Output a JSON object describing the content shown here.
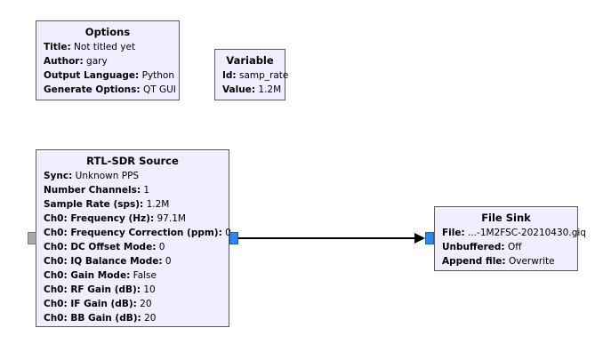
{
  "blocks": {
    "options": {
      "title": "Options",
      "params": [
        {
          "key": "Title:",
          "value": "Not titled yet"
        },
        {
          "key": "Author:",
          "value": "gary"
        },
        {
          "key": "Output Language:",
          "value": "Python"
        },
        {
          "key": "Generate Options:",
          "value": "QT GUI"
        }
      ]
    },
    "variable": {
      "title": "Variable",
      "params": [
        {
          "key": "Id:",
          "value": "samp_rate"
        },
        {
          "key": "Value:",
          "value": "1.2M"
        }
      ]
    },
    "rtl_sdr_source": {
      "title": "RTL-SDR Source",
      "params": [
        {
          "key": "Sync:",
          "value": "Unknown PPS"
        },
        {
          "key": "Number Channels:",
          "value": "1"
        },
        {
          "key": "Sample Rate (sps):",
          "value": "1.2M"
        },
        {
          "key": "Ch0: Frequency (Hz):",
          "value": "97.1M"
        },
        {
          "key": "Ch0: Frequency Correction (ppm):",
          "value": "0"
        },
        {
          "key": "Ch0: DC Offset Mode:",
          "value": "0"
        },
        {
          "key": "Ch0: IQ Balance Mode:",
          "value": "0"
        },
        {
          "key": "Ch0: Gain Mode:",
          "value": "False"
        },
        {
          "key": "Ch0: RF Gain (dB):",
          "value": "10"
        },
        {
          "key": "Ch0: IF Gain (dB):",
          "value": "20"
        },
        {
          "key": "Ch0: BB Gain (dB):",
          "value": "20"
        }
      ]
    },
    "file_sink": {
      "title": "File Sink",
      "params": [
        {
          "key": "File:",
          "value": "...-1M2FSC-20210430.giq"
        },
        {
          "key": "Unbuffered:",
          "value": "Off"
        },
        {
          "key": "Append file:",
          "value": "Overwrite"
        }
      ]
    }
  },
  "colors": {
    "block_fill": "#f0eefe",
    "block_border": "#5a5a5a",
    "port_active": "#2f86ef",
    "port_inactive": "#a9a9a9",
    "connection": "#000000"
  }
}
